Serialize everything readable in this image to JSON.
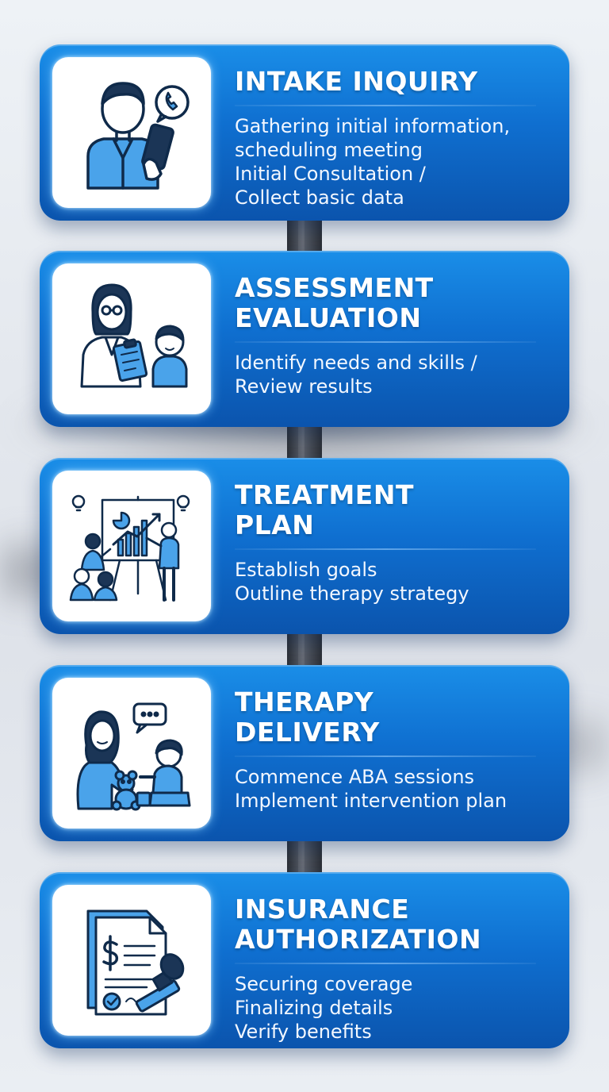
{
  "steps": [
    {
      "title": "INTAKE INQUIRY",
      "lines": [
        "Gathering initial information,",
        "scheduling meeting",
        "Initial Consultation /",
        "Collect basic data"
      ],
      "icon": "person-phone-icon"
    },
    {
      "title": "ASSESSMENT\nEVALUATION",
      "lines": [
        "Identify needs and skills /",
        "Review results"
      ],
      "icon": "clinician-clipboard-child-icon"
    },
    {
      "title": "TREATMENT\nPLAN",
      "lines": [
        "Establish goals",
        "Outline therapy strategy"
      ],
      "icon": "team-presentation-chart-icon"
    },
    {
      "title": "THERAPY\nDELIVERY",
      "lines": [
        "Commence ABA sessions",
        "Implement intervention plan"
      ],
      "icon": "therapist-child-teddy-icon"
    },
    {
      "title": "INSURANCE\nAUTHORIZATION",
      "lines": [
        "Securing coverage",
        "Finalizing details",
        "Verify benefits"
      ],
      "icon": "document-stamp-icon"
    }
  ],
  "colors": {
    "card_top": "#1a8ee8",
    "card_bottom": "#0b54ad",
    "icon_fill": "#4aa3ea",
    "icon_stroke": "#0f2a4a"
  }
}
